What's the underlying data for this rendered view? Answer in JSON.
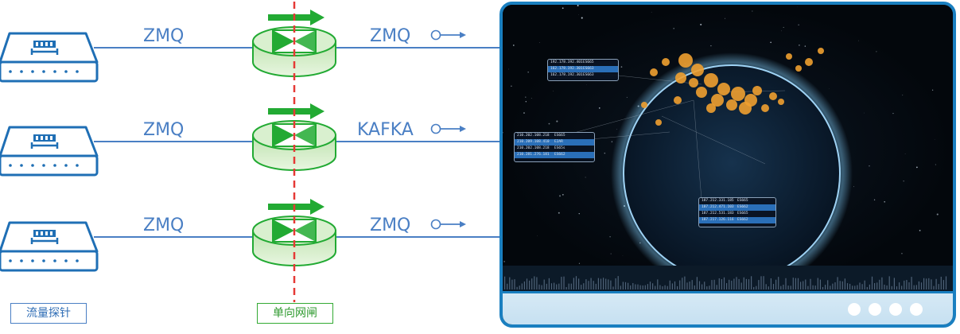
{
  "colors": {
    "line_blue": "#4a7fc4",
    "probe_blue": "#1f6fb5",
    "gate_green": "#22aa33",
    "gate_fill": "#d9f0cf",
    "cut_red": "#e53935",
    "monitor_frame": "#1a7fc0"
  },
  "icons": [
    "network-probe-icon",
    "data-diode-icon",
    "data-flow-arrow-icon",
    "dashboard-monitor-icon"
  ],
  "links": [
    {
      "input": "ZMQ",
      "output": "ZMQ"
    },
    {
      "input": "ZMQ",
      "output": "KAFKA"
    },
    {
      "input": "ZMQ",
      "output": "ZMQ"
    }
  ],
  "captions": {
    "probe": "流量探针",
    "gate": "单向网闸"
  },
  "monitor": {
    "dots": 4
  }
}
